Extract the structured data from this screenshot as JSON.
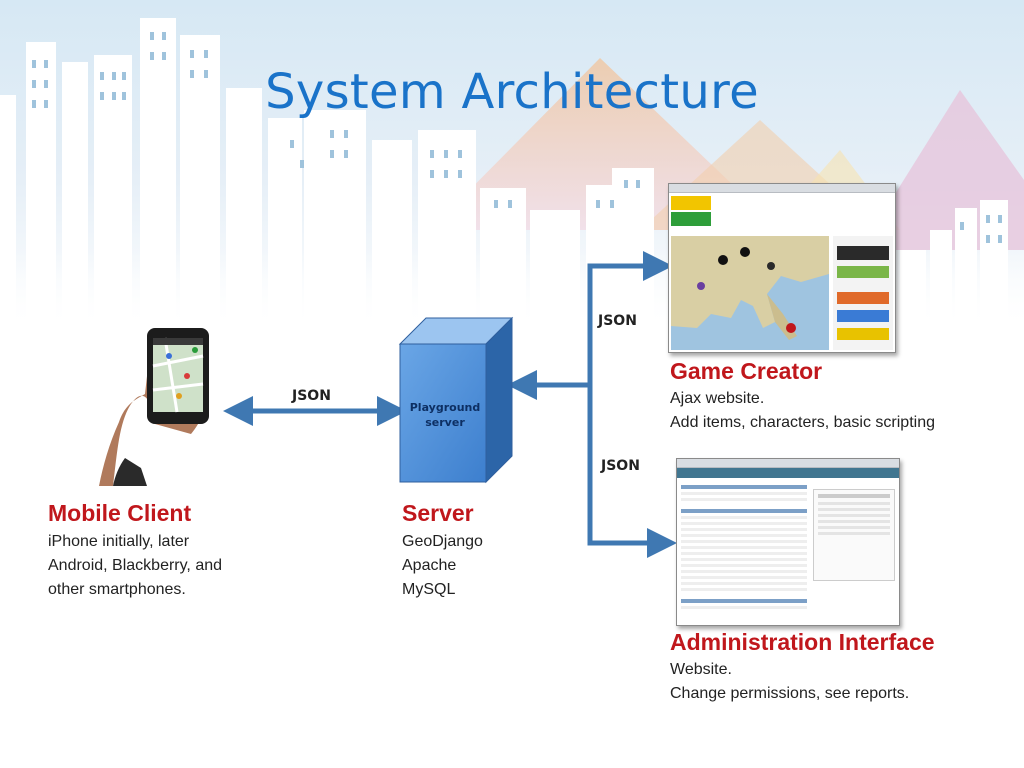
{
  "title": "System Architecture",
  "arrows": {
    "mobile_server_label": "JSON",
    "server_game_label": "JSON",
    "server_admin_label": "JSON"
  },
  "mobile_client": {
    "heading": "Mobile Client",
    "lines": [
      "iPhone initially, later",
      "Android, Blackberry, and",
      "other smartphones."
    ]
  },
  "server": {
    "heading": "Server",
    "box_line1": "Playground",
    "box_line2": "server",
    "lines": [
      "GeoDjango",
      "Apache",
      "MySQL"
    ]
  },
  "game_creator": {
    "heading": "Game Creator",
    "lines": [
      "Ajax website.",
      "Add items, characters, basic scripting"
    ]
  },
  "admin_interface": {
    "heading": "Administration Interface",
    "lines": [
      "Website.",
      "Change permissions, see reports."
    ]
  },
  "colors": {
    "title": "#1a73c9",
    "heading": "#c0171c",
    "arrow": "#3f78b2",
    "server_box": "#4f8fd6"
  }
}
